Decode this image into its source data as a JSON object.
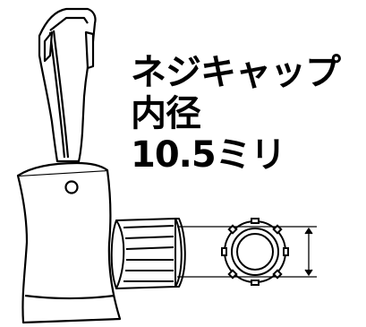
{
  "caption": {
    "line1": "ネジキャップ",
    "line2": "内径",
    "line3": "10.5ミリ"
  },
  "colors": {
    "stroke": "#000000",
    "fill_light": "#f2f2f2",
    "background": "#ffffff"
  },
  "icons": [
    "spray-trigger-illustration",
    "threaded-cap-illustration",
    "cap-end-view-illustration",
    "diameter-dimension-arrow"
  ]
}
